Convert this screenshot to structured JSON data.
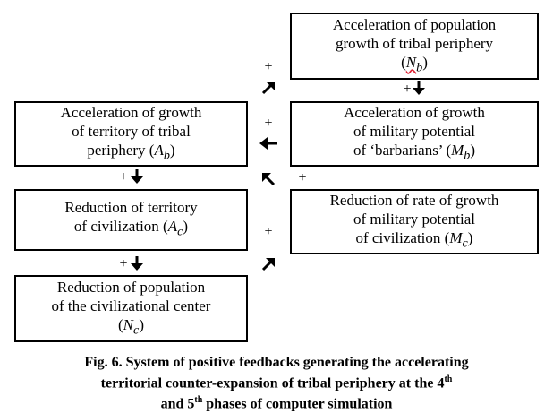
{
  "boxes": {
    "population_periphery": {
      "line1": "Acceleration of population",
      "line2": "growth of tribal periphery",
      "var_open": "(",
      "var_main": "N",
      "var_sub": "b",
      "var_close": ")"
    },
    "territory_periphery": {
      "line1": "Acceleration of growth",
      "line2": "of territory of tribal",
      "line3_prefix": "periphery (",
      "var_main": "A",
      "var_sub": "b",
      "var_close": ")"
    },
    "military_barbarians": {
      "line1": "Acceleration of growth",
      "line2": "of military potential",
      "line3_prefix": "of ‘barbarians’ (",
      "var_main": "M",
      "var_sub": "b",
      "var_close": ")"
    },
    "territory_civilization": {
      "line1": "Reduction of territory",
      "line2_prefix": "of civilization (",
      "var_main": "A",
      "var_sub": "c",
      "var_close": ")"
    },
    "military_civilization": {
      "line1": "Reduction of rate of growth",
      "line2": "of military potential",
      "line3_prefix": "of civilization (",
      "var_main": "M",
      "var_sub": "c",
      "var_close": ")"
    },
    "population_center": {
      "line1": "Reduction of population",
      "line2": "of the civilizational center",
      "var_open": "(",
      "var_main": "N",
      "var_sub": "c",
      "var_close": ")"
    }
  },
  "signs": {
    "plus_1": "+",
    "plus_2": "+",
    "plus_3": "+",
    "plus_4": "+",
    "plus_5": "+",
    "plus_6": "+",
    "plus_7": "+"
  },
  "caption": {
    "line1": "Fig. 6. System of positive feedbacks generating the accelerating",
    "line2_prefix": "territorial counter-expansion of tribal periphery at the 4",
    "line2_sup": "th",
    "line3_prefix": "and 5",
    "line3_sup": "th",
    "line3_suffix": " phases of computer simulation"
  }
}
